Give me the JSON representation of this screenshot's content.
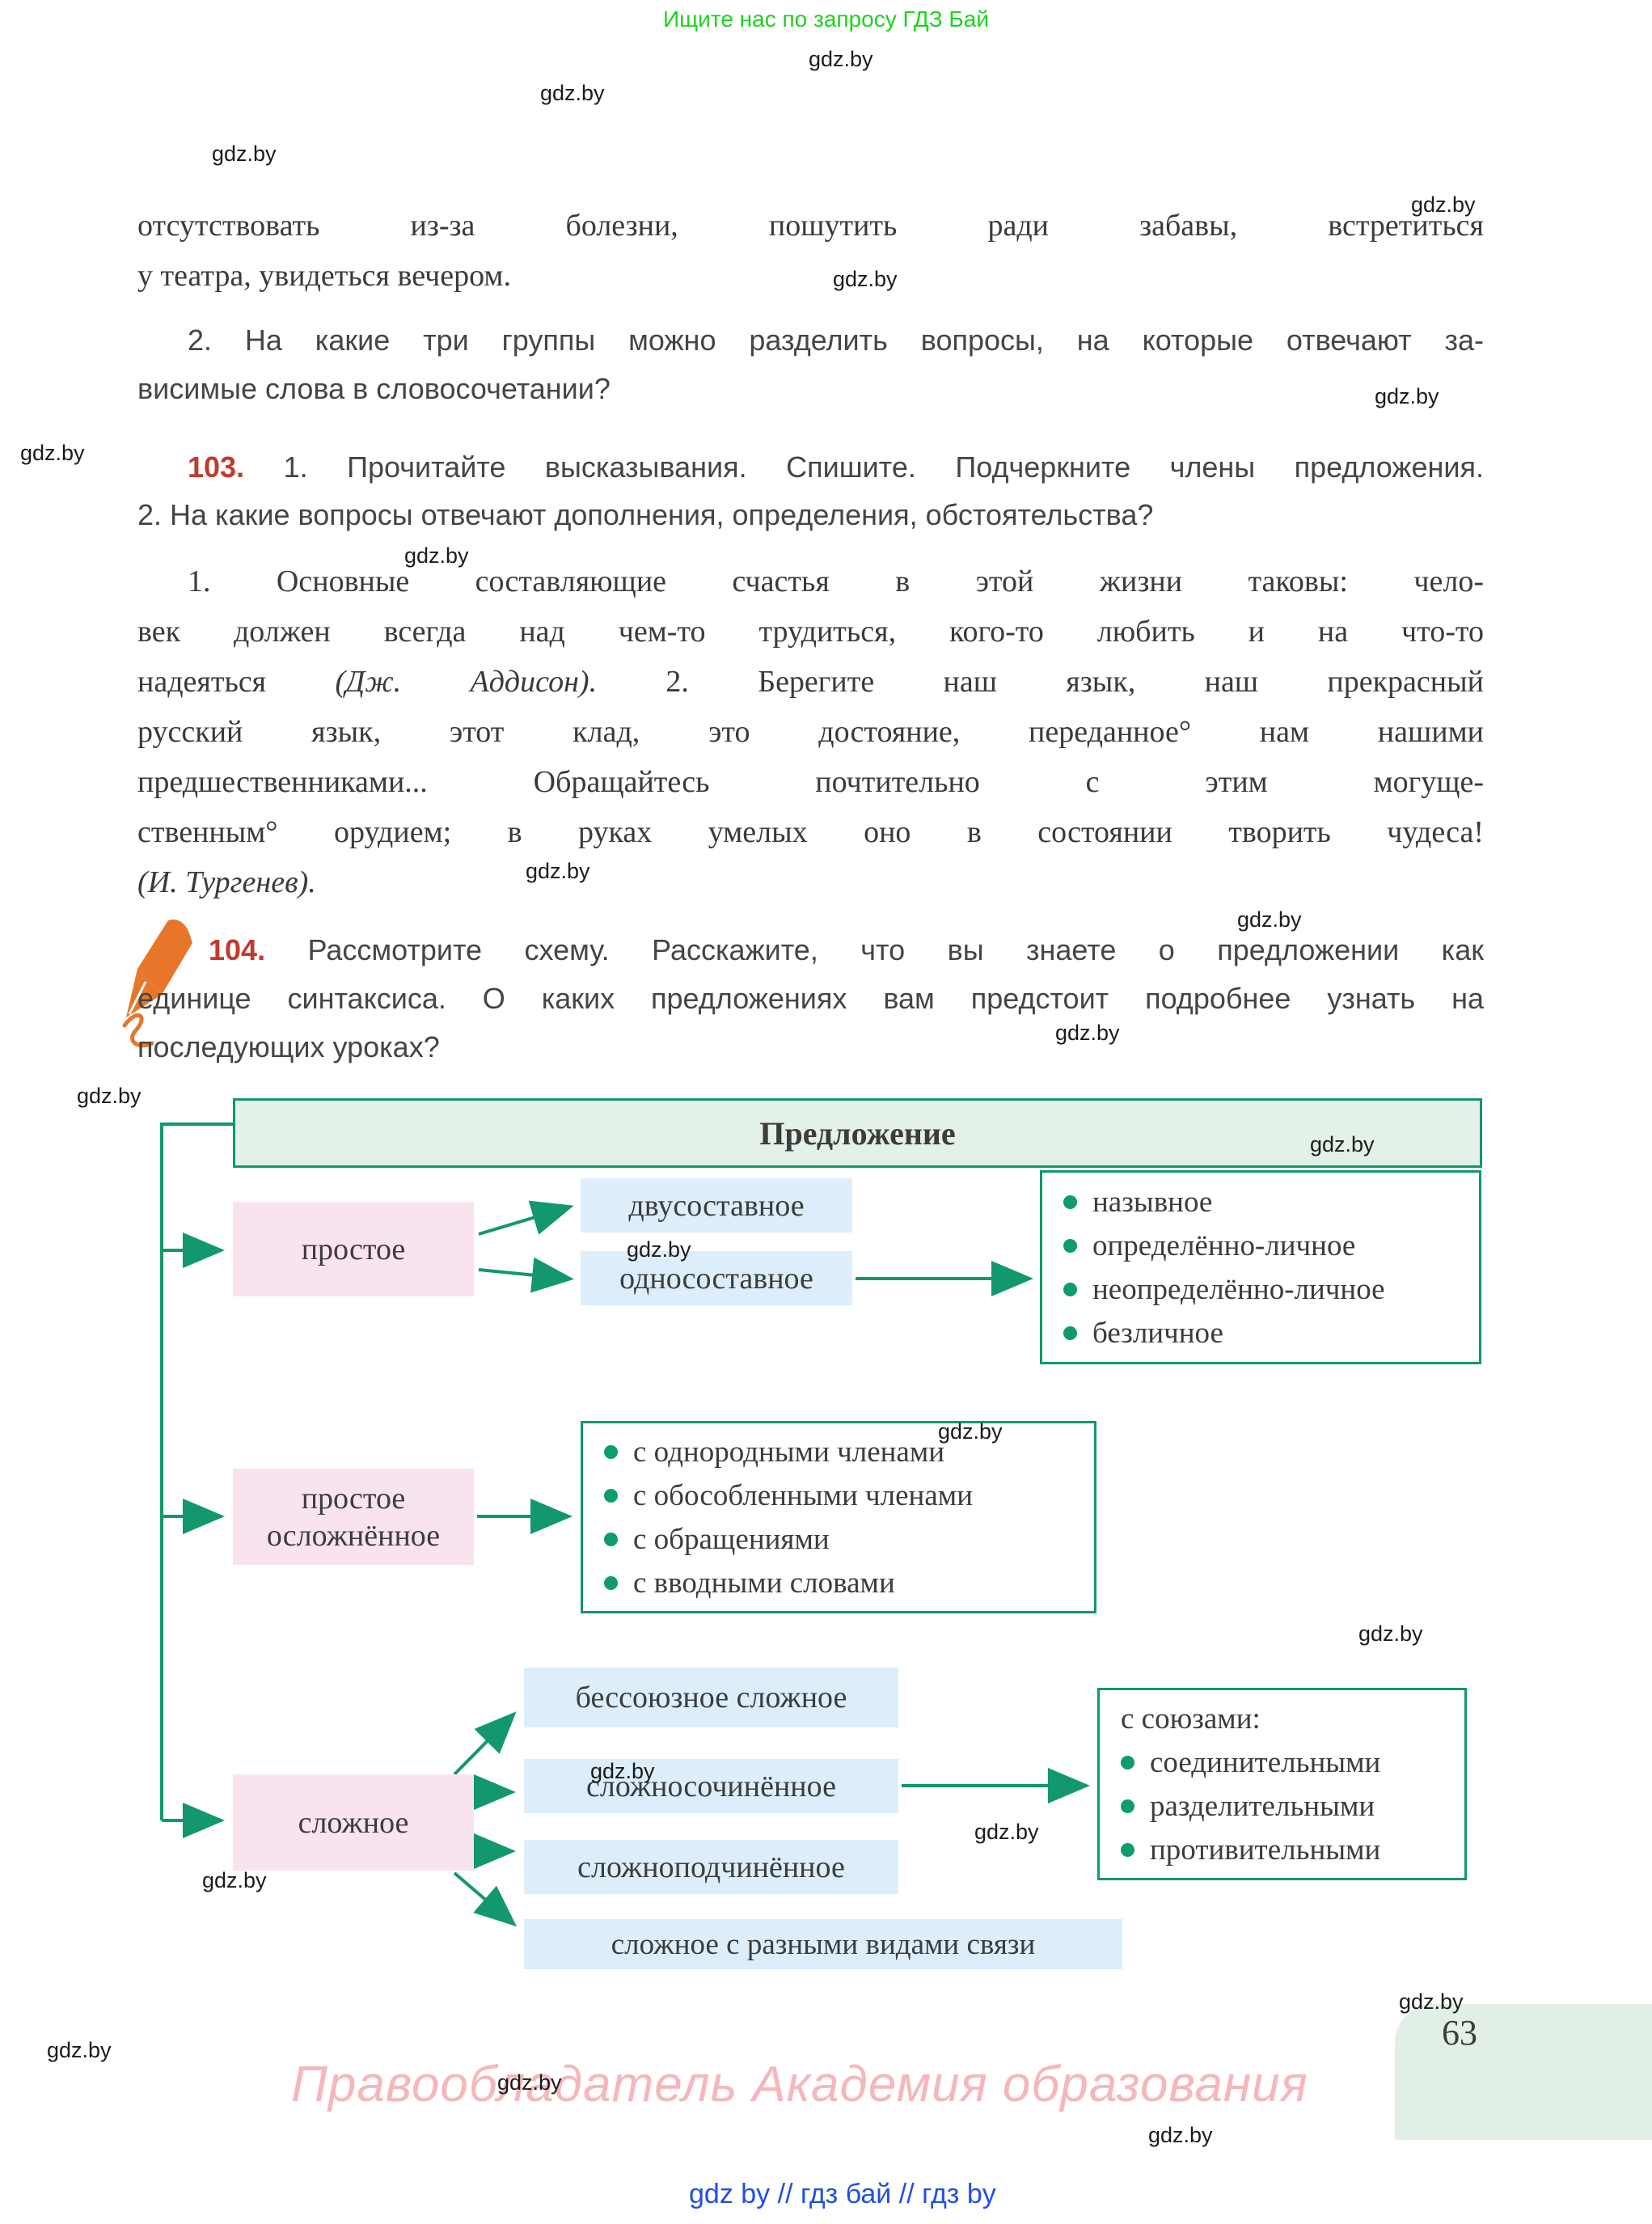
{
  "header": {
    "promo": "Ищите нас по запросу ГДЗ Бай",
    "watermark": "gdz.by"
  },
  "intro": {
    "line1": "отсутствовать из-за болезни, пошутить ради забавы, встретиться",
    "line2": "у театра, увидеться вечером.",
    "q2_line1": "2. На какие три группы можно разделить вопросы, на которые отвечают за-",
    "q2_line2": "висимые слова в словосочетании?"
  },
  "exercise_103": {
    "number": "103.",
    "task1": "1. Прочитайте высказывания. Спишите. Подчеркните члены предложения.",
    "task2": "2. На какие вопросы отвечают дополнения, определения, обстоятельства?",
    "text_lines": [
      {
        "text": "1. Основные составляющие счастья в этой жизни таковы: чело-"
      },
      {
        "text": "век должен всегда над чем-то трудиться, кого-то любить и на что-то"
      },
      {
        "pre": "надеяться ",
        "italic": "(Дж. Аддисон).",
        "post": " 2. Берегите наш язык, наш прекрасный"
      },
      {
        "text": "русский язык, этот клад, это достояние, переданное° нам нашими"
      },
      {
        "text": "предшественниками... Обращайтесь почтительно с этим могуще-"
      },
      {
        "text": "ственным° орудием; в руках умелых оно в состоянии творить чудеса!"
      },
      {
        "italic": "(И. Тургенев)."
      }
    ]
  },
  "exercise_104": {
    "number": "104.",
    "line1": "Рассмотрите схему. Расскажите, что вы знаете о предложении как",
    "line2": "единице синтаксиса. О каких предложениях вам предстоит подробнее узнать на",
    "line3": "последующих уроках?"
  },
  "diagram": {
    "title": "Предложение",
    "simple_label": "простое",
    "two_part": "двусоставное",
    "one_part": "односоставное",
    "one_part_kinds": [
      "назывное",
      "определённо-личное",
      "неопределённо-личное",
      "безличное"
    ],
    "complicated_line1": "простое",
    "complicated_line2": "осложнённое",
    "complicated_kinds": [
      "с однородными членами",
      "с обособленными членами",
      "с обращениями",
      "с вводными словами"
    ],
    "complex_label": "сложное",
    "complex_kinds": [
      "бессоюзное сложное",
      "сложносочинённое",
      "сложноподчинённое",
      "сложное с разными видами связи"
    ],
    "conjunctions_title": "с союзами:",
    "conjunctions": [
      "соединительными",
      "разделительными",
      "противительными"
    ]
  },
  "footer": {
    "page_number": "63",
    "copyright": "Правообладатель Академия образования",
    "links": "gdz by  //  гдз бай  //  гдз by"
  },
  "colors": {
    "accent_green": "#12976e",
    "box_pink": "#f9e3ef",
    "box_blue": "#ddeefa",
    "header_green": "#e3f1e9",
    "exercise_red": "#c2392e",
    "promo_green": "#1ed21e",
    "link_blue": "#2050e0",
    "watermark_pink": "#f6b6ba",
    "pen_orange": "#e8762a"
  }
}
